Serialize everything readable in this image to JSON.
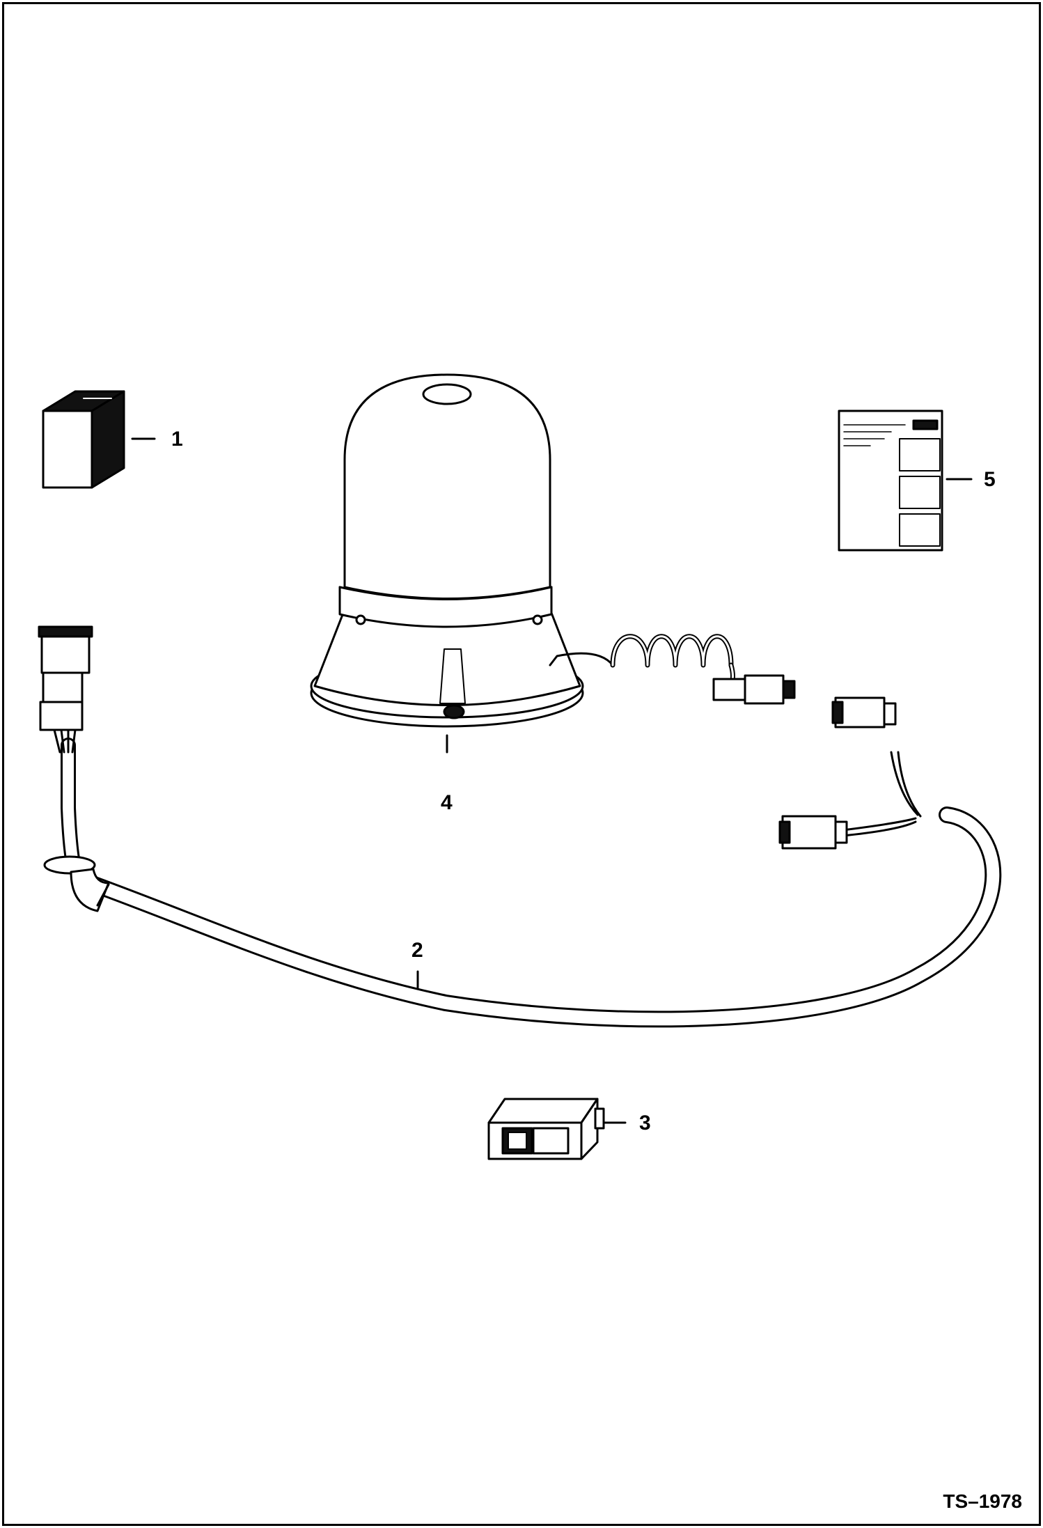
{
  "callouts": {
    "item1": "1",
    "item2": "2",
    "item3": "3",
    "item4": "4",
    "item5": "5"
  },
  "figure_ref": "TS–1978"
}
